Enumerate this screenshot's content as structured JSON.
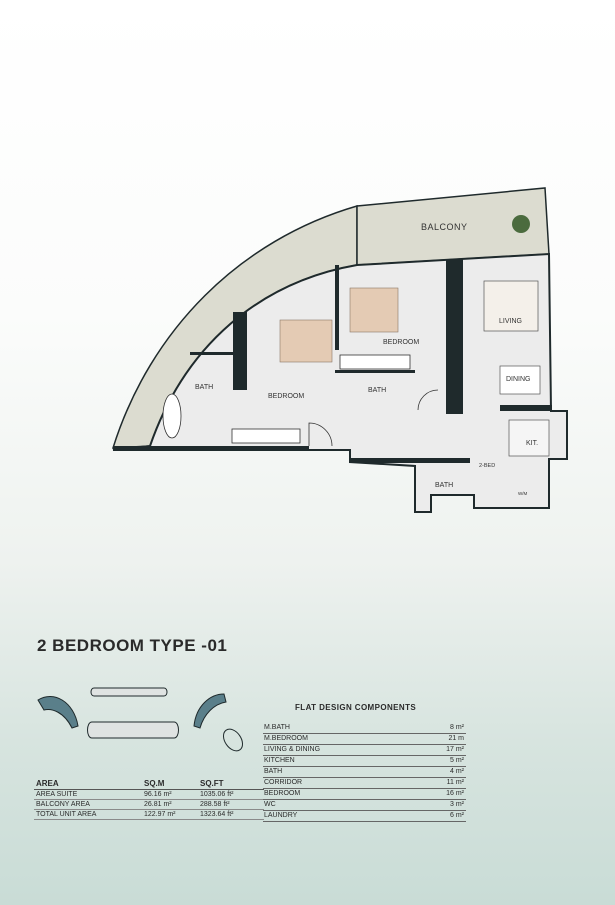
{
  "plan": {
    "rooms": {
      "balcony": "BALCONY",
      "living": "LIVING",
      "dining": "DINING",
      "master_bedroom": "BEDROOM",
      "bedroom": "BEDROOM",
      "bath_left": "BATH",
      "bath_middle": "BATH",
      "bath_lower": "BATH",
      "kitchen": "KIT.",
      "two_bed_tag": "2-BED",
      "wm_tag": "W/M"
    }
  },
  "title": "2 BEDROOM TYPE -01",
  "area_table": {
    "headers": [
      "AREA",
      "SQ.M",
      "SQ.FT"
    ],
    "rows": [
      [
        "AREA SUITE",
        "96.16 m²",
        "1035.06 ft²"
      ],
      [
        "BALCONY AREA",
        "26.81 m²",
        "288.58 ft²"
      ],
      [
        "TOTAL UNIT AREA",
        "122.97 m²",
        "1323.64 ft²"
      ]
    ]
  },
  "components": {
    "title": "FLAT DESIGN COMPONENTS",
    "rows": [
      [
        "M.BATH",
        "8 m²"
      ],
      [
        "M.BEDROOM",
        "21 m"
      ],
      [
        "LIVING & DINING",
        "17 m²"
      ],
      [
        "KITCHEN",
        "5 m²"
      ],
      [
        "BATH",
        "4 m²"
      ],
      [
        "CORRIDOR",
        "11 m²"
      ],
      [
        "BEDROOM",
        "16 m²"
      ],
      [
        "WC",
        "3 m²"
      ],
      [
        "LAUNDRY",
        "6 m²"
      ]
    ]
  },
  "colors": {
    "wall": "#1f2a2c",
    "floor": "#e9e9e9",
    "balcony": "#dcdcd0",
    "furniture": "#e4cbb4",
    "water": "#c6d9d3"
  }
}
